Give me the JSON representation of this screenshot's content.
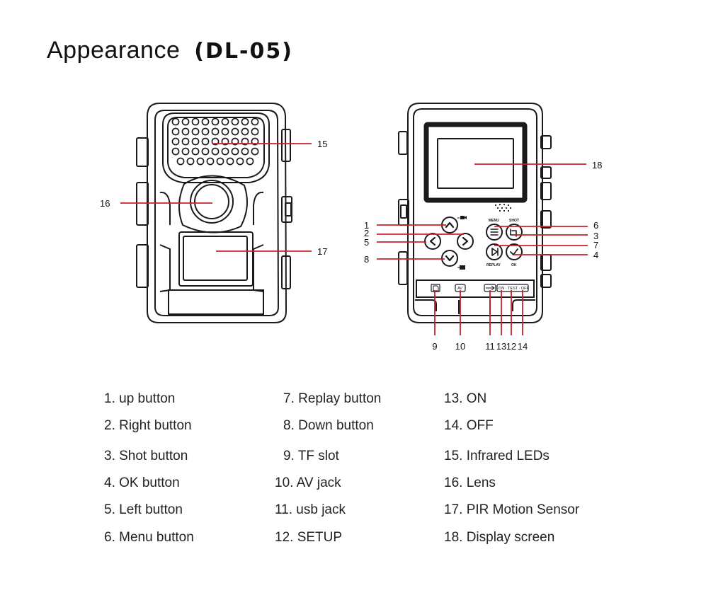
{
  "title": {
    "main": "Appearance",
    "model": "(DL-05)"
  },
  "front_callouts": [
    "15",
    "16",
    "17"
  ],
  "back_callouts": [
    "18",
    "1",
    "2",
    "5",
    "8",
    "6",
    "3",
    "7",
    "4",
    "9",
    "10",
    "11",
    "13",
    "12",
    "14"
  ],
  "panel_labels": {
    "menu": "MENU",
    "shot": "SHOT",
    "replay": "REPLAY",
    "ok": "OK",
    "av": "AV",
    "switch": "ON · TEST · OFF"
  },
  "legend": [
    [
      "1. up  button",
      "2. Right button",
      "3. Shot button",
      "4. OK button",
      "5. Left button",
      "6. Menu button"
    ],
    [
      "7. Replay button",
      "8. Down button",
      "9. TF slot",
      "10. AV jack",
      "11. usb jack",
      "12. SETUP"
    ],
    [
      "13. ON",
      "14. OFF",
      "15. Infrared LEDs",
      "16. Lens",
      "17. PIR Motion Sensor",
      "18. Display screen"
    ]
  ],
  "colors": {
    "callout_line": "#c8202a",
    "outline": "#1a1a1a"
  }
}
